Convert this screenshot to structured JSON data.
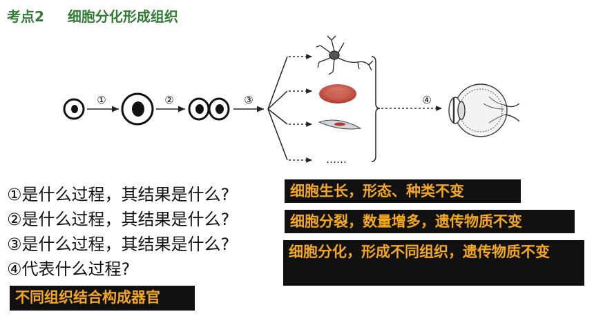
{
  "header": {
    "label": "考点2",
    "topic": "细胞分化形成组织"
  },
  "diagram": {
    "steps": [
      "①",
      "②",
      "③",
      "④"
    ],
    "ellipsis": "……",
    "icons": [
      "single-cell-icon",
      "large-cell-icon",
      "two-cells-icon",
      "neuron-icon",
      "red-blood-cell-icon",
      "muscle-cell-icon",
      "eye-icon"
    ]
  },
  "questions": [
    "①是什么过程，其结果是什么?",
    "②是什么过程，其结果是什么?",
    "③是什么过程，其结果是什么?",
    "④代表什么过程?"
  ],
  "answers": [
    "细胞生长，形态、种类不变",
    "细胞分裂，数量增多，遗传物质不变",
    "细胞分化，形成不同组织，遗传物质不变",
    "不同组织结合构成器官"
  ],
  "colors": {
    "title": "#2e7d32",
    "answer_bg": "#111111",
    "answer_text": "#f4a81c"
  }
}
